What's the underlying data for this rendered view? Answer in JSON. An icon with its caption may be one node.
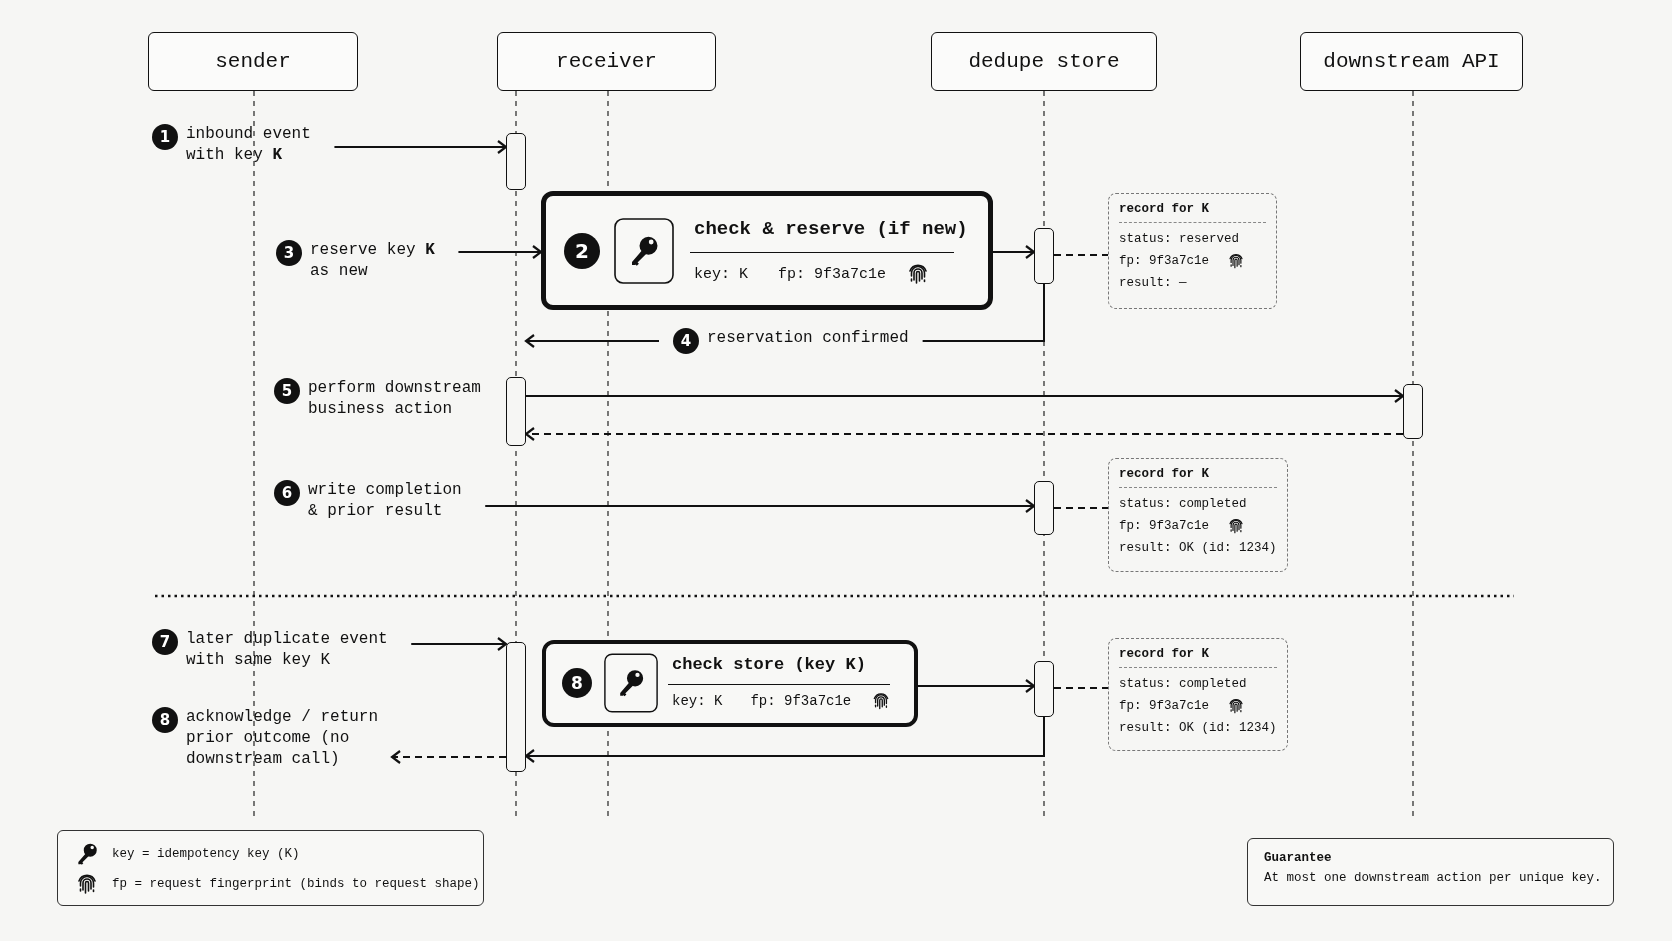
{
  "diagram": {
    "nodes": [
      {
        "text": [
          "sender"
        ]
      },
      {
        "text": [
          "receiver"
        ]
      },
      {
        "text": [
          "dedupe store"
        ]
      },
      {
        "text": [
          "downstream API"
        ]
      },
      {
        "text": [
          "1",
          "inbound event with key **K**"
        ]
      },
      {
        "text": [],
        "shape": "bar"
      },
      {
        "text": [
          "3",
          "reserve key **K** as new"
        ]
      },
      {
        "text": [
          "2",
          "check & reserve (if new)",
          "key: K",
          "fp: 9f3a7c1e"
        ]
      },
      {
        "text": [],
        "shape": "bar"
      },
      {
        "text": [
          "record for K",
          "status: reserved",
          "fp: 9f3a7c1e",
          "result: —"
        ]
      },
      {
        "text": [
          "4",
          "reservation confirmed"
        ]
      },
      {
        "text": [
          "5",
          "perform downstream business action"
        ]
      },
      {
        "text": [],
        "shape": "bar"
      },
      {
        "text": [],
        "shape": "bar"
      },
      {
        "text": [
          "6",
          "write completion & prior result"
        ]
      },
      {
        "text": [],
        "shape": "bar"
      },
      {
        "text": [
          "record for K",
          "status: completed",
          "fp: 9f3a7c1e",
          "result: OK (id: 1234)"
        ]
      },
      {
        "text": [
          "7",
          "later duplicate event with same key K"
        ]
      },
      {
        "text": [],
        "shape": "bar"
      },
      {
        "text": [
          "8",
          "check store (key K)",
          "key: K",
          "fp: 9f3a7c1e"
        ]
      },
      {
        "text": [],
        "shape": "bar"
      },
      {
        "text": [
          "record for K",
          "status: completed",
          "fp: 9f3a7c1e",
          "result: OK (id: 1234)"
        ]
      },
      {
        "text": [
          "8",
          "acknowledge / return prior outcome (no downstream call)"
        ]
      },
      {
        "text": [
          "Guarantee",
          "At most one downstream action per unique key."
        ]
      }
    ],
    "edges": [
      {
        "from": 4,
        "to": 5,
        "arrow": "to"
      },
      {
        "from": 6,
        "to": 7,
        "arrow": "to"
      },
      {
        "from": 7,
        "to": 8,
        "arrow": "to"
      },
      {
        "from": 8,
        "to": 9,
        "arrow": "none",
        "style": "dashed"
      },
      {
        "from": 8,
        "to": 10,
        "arrow": "none"
      },
      {
        "from": 10,
        "to": 12,
        "arrow": "to"
      },
      {
        "from": 12,
        "to": 13,
        "arrow": "to"
      },
      {
        "from": 13,
        "to": 12,
        "arrow": "to",
        "style": "dashed"
      },
      {
        "from": 14,
        "to": 15,
        "arrow": "to"
      },
      {
        "from": 15,
        "to": 16,
        "arrow": "none",
        "style": "dashed"
      },
      {
        "from": 17,
        "to": 18,
        "arrow": "to"
      },
      {
        "from": 19,
        "to": 20,
        "arrow": "to"
      },
      {
        "from": 20,
        "to": 21,
        "arrow": "none",
        "style": "dashed"
      },
      {
        "from": 20,
        "to": 18,
        "arrow": "to"
      },
      {
        "from": 18,
        "to": 22,
        "arrow": "to",
        "style": "dashed"
      }
    ],
    "legend": [
      {
        "text": "key = idempotency key (K)"
      },
      {
        "text": "fp = request fingerprint (binds to request shape)"
      }
    ]
  }
}
